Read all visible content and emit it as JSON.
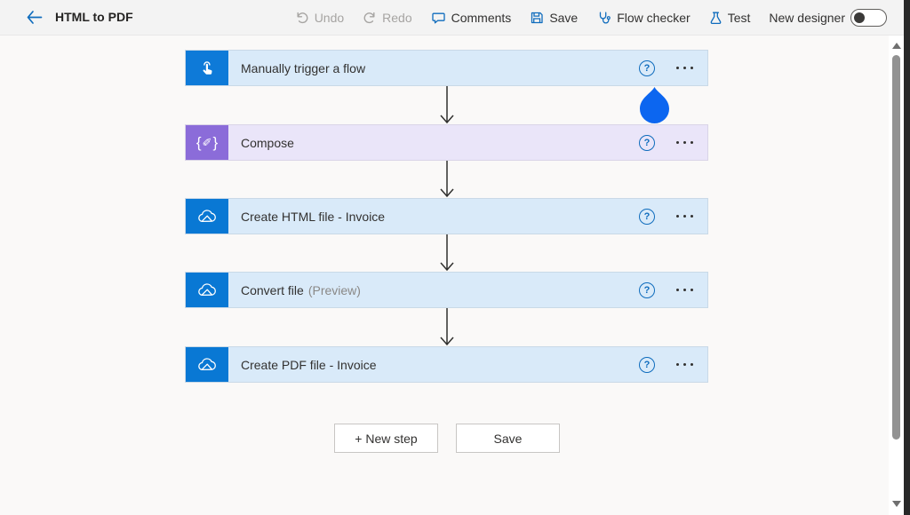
{
  "header": {
    "title": "HTML to PDF",
    "toolbar": {
      "undo": "Undo",
      "redo": "Redo",
      "comments": "Comments",
      "save": "Save",
      "flow_checker": "Flow checker",
      "test": "Test",
      "new_designer": "New designer",
      "new_designer_toggle_state": "off"
    }
  },
  "steps": [
    {
      "label": "Manually trigger a flow",
      "connector": "manual-trigger"
    },
    {
      "label": "Compose",
      "connector": "data-operation"
    },
    {
      "label": "Create HTML file - Invoice",
      "connector": "onedrive"
    },
    {
      "label": "Convert file",
      "preview": "(Preview)",
      "connector": "onedrive"
    },
    {
      "label": "Create PDF file - Invoice",
      "connector": "onedrive"
    }
  ],
  "ui": {
    "help_glyph": "?"
  },
  "footer": {
    "new_step": "+ New step",
    "save": "Save"
  },
  "colors": {
    "accent": "#0078d4",
    "trigger_icon_bg": "#0e7ad8",
    "compose_icon_bg": "#8b6cd9",
    "onedrive_icon_bg": "#0978d4",
    "step_bg_blue": "#d9eaf9",
    "step_bg_purple": "#eae5f9",
    "touch_pointer": "#0c66f0",
    "disabled_text": "#a6a4a2"
  }
}
